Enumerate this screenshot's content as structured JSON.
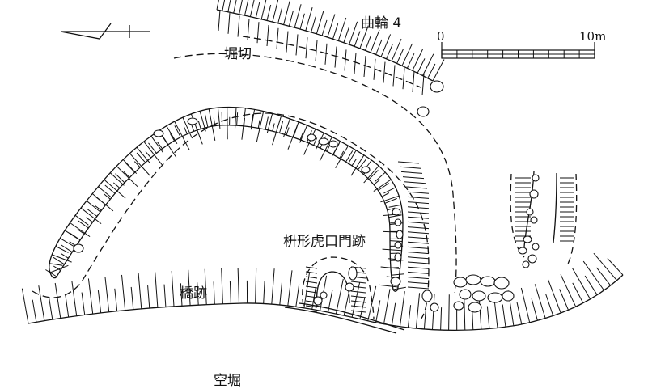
{
  "labels": {
    "kuruwa": "曲輪 4",
    "horikiri": "堀切",
    "masugata": "枡形虎口門跡",
    "hashi": "橋跡",
    "karabori": "空堀"
  },
  "scale_bar": {
    "start_label": "0",
    "end_label": "10m"
  },
  "north_arrow": {
    "icon": "north-arrow-icon"
  },
  "colors": {
    "ink": "#111111",
    "background": "#ffffff"
  }
}
